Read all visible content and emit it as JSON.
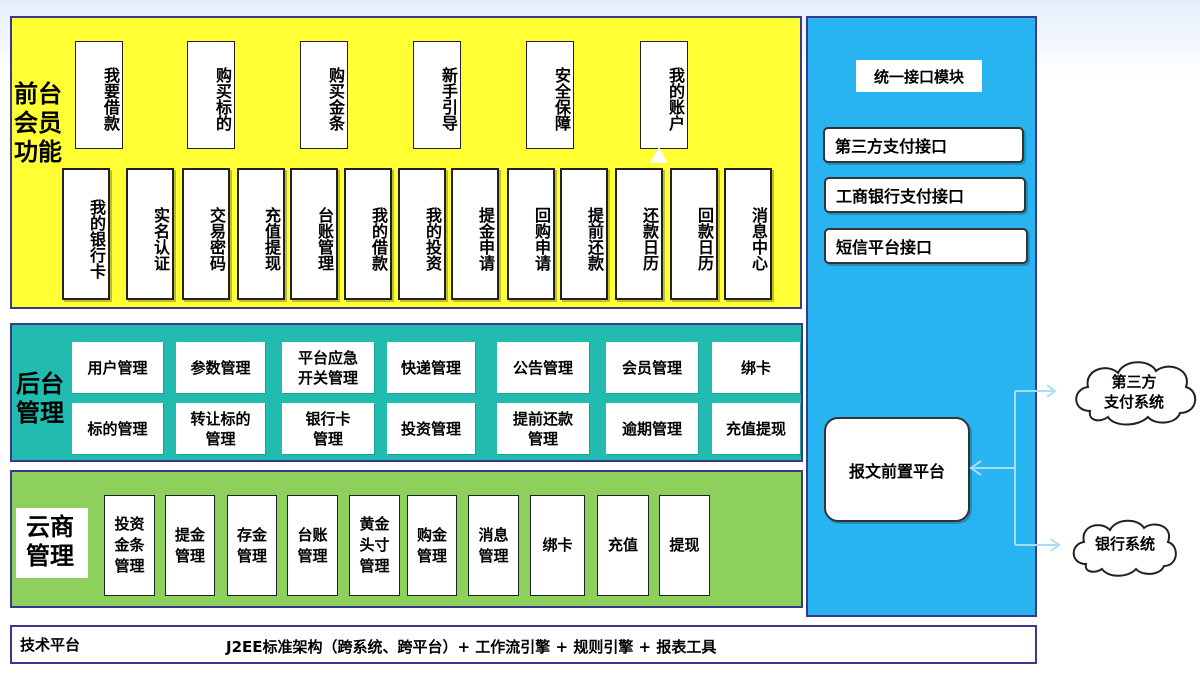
{
  "front": {
    "title": "前台\n会员\n功能",
    "top_items": [
      "我要借款",
      "购买标的",
      "购买金条",
      "新手引导",
      "安全保障",
      "我的账户"
    ],
    "sub_items": [
      "我的银行卡",
      "实名认证",
      "交易密码",
      "充值提现",
      "台账管理",
      "我的借款",
      "我的投资",
      "提金申请",
      "回购申请",
      "提前还款",
      "还款日历",
      "回款日历",
      "消息中心"
    ]
  },
  "back": {
    "title": "后台\n管理",
    "row1": [
      "用户管理",
      "参数管理",
      "平台应急\n开关管理",
      "快递管理",
      "公告管理",
      "会员管理",
      "绑卡"
    ],
    "row2": [
      "标的管理",
      "转让标的\n管理",
      "银行卡\n管理",
      "投资管理",
      "提前还款\n管理",
      "逾期管理",
      "充值提现"
    ]
  },
  "cloud": {
    "title": "云商\n管理",
    "items": [
      "投资\n金条\n管理",
      "提金\n管理",
      "存金\n管理",
      "台账\n管理",
      "黄金\n头寸\n管理",
      "购金\n管理",
      "消息\n管理",
      "绑卡",
      "充值",
      "提现"
    ]
  },
  "interface": {
    "title": "统一接口模块",
    "items": [
      "第三方支付接口",
      "工商银行支付接口",
      "短信平台接口"
    ],
    "gateway": "报文前置平台"
  },
  "external": {
    "third_party": "第三方\n支付系统",
    "bank": "银行系统"
  },
  "tech": {
    "label": "技术平台",
    "text": "J2EE标准架构（跨系统、跨平台）+ 工作流引擎 + 规则引擎 + 报表工具"
  },
  "colors": {
    "front_bg": "#ffff33",
    "back_bg": "#21bbb0",
    "cloud_bg": "#8ed05c",
    "interface_bg": "#27b4f0",
    "arrow": "#a9dcf5"
  }
}
